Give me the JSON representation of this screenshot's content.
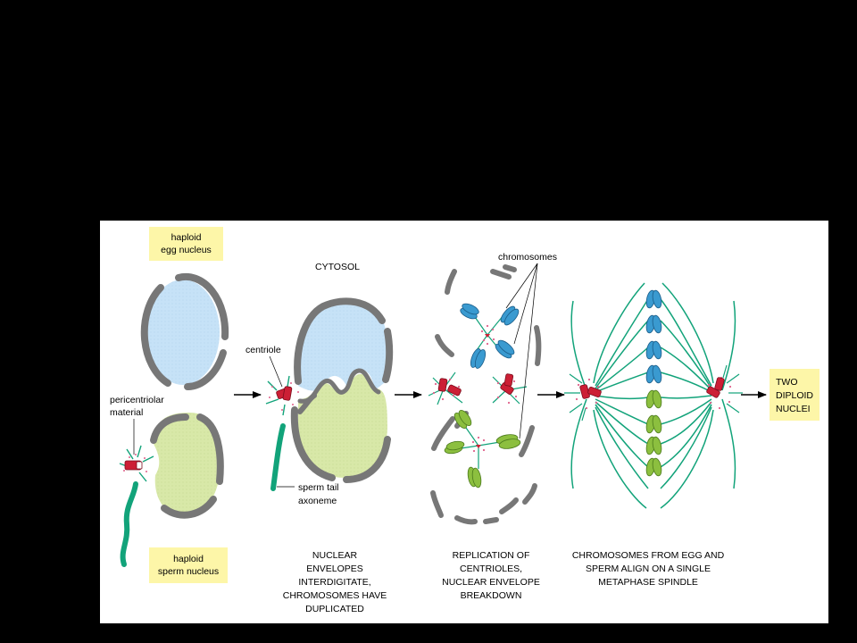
{
  "labels": {
    "haploid_egg": [
      "haploid",
      "egg nucleus"
    ],
    "haploid_sperm": [
      "haploid",
      "sperm nucleus"
    ],
    "cytosol": "CYTOSOL",
    "centriole": "centriole",
    "pericentriolar": [
      "pericentriolar",
      "material"
    ],
    "sperm_tail": [
      "sperm tail",
      "axoneme"
    ],
    "chromosomes": "chromosomes",
    "result": [
      "TWO",
      "DIPLOID",
      "NUCLEI"
    ]
  },
  "captions": {
    "stage2": [
      "NUCLEAR",
      "ENVELOPES",
      "INTERDIGITATE,",
      "CHROMOSOMES HAVE",
      "DUPLICATED"
    ],
    "stage3": [
      "REPLICATION OF",
      "CENTRIOLES,",
      "NUCLEAR ENVELOPE",
      "BREAKDOWN"
    ],
    "stage4": [
      "CHROMOSOMES FROM EGG AND",
      "SPERM ALIGN ON A SINGLE",
      "METAPHASE SPINDLE"
    ]
  },
  "colors": {
    "egg_nucleus": "#c6e2f7",
    "sperm_nucleus": "#d8e8a8",
    "envelope": "#777777",
    "centriole": "#cc1f35",
    "microtubule": "#12a37a",
    "egg_chromosome": "#3a9ad0",
    "sperm_chromosome": "#8cbf3f",
    "label_box": "#fdf6a8"
  }
}
